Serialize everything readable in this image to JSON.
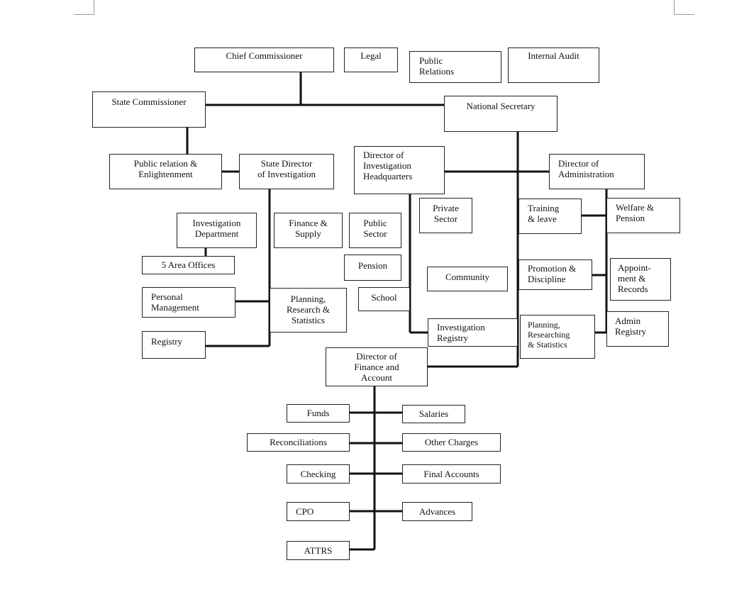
{
  "org_chart": {
    "chief_commissioner": "Chief Commissioner",
    "legal": "Legal",
    "public_relations": "Public\nRelations",
    "internal_audit": "Internal Audit",
    "state_commissioner": "State Commissioner",
    "national_secretary": "National Secretary",
    "public_relation_enlightenment": "Public relation &\nEnlightenment",
    "state_director_investigation": "State Director\nof Investigation",
    "director_investigation_hq": "Director of\nInvestigation\nHeadquarters",
    "director_administration": "Director of\nAdministration",
    "investigation_department": "Investigation\nDepartment",
    "finance_supply": "Finance &\nSupply",
    "public_sector": "Public\nSector",
    "private_sector": "Private\nSector",
    "training_leave": "Training\n& leave",
    "welfare_pension": "Welfare &\nPension",
    "area_offices": "5 Area Offices",
    "pension": "Pension",
    "community": "Community",
    "promotion_discipline": "Promotion &\nDiscipline",
    "appointment_records": "Appoint-\nment &\nRecords",
    "personal_management": "Personal\nManagement",
    "planning_research_statistics": "Planning,\nResearch &\nStatistics",
    "school": "School",
    "investigation_registry": "Investigation\nRegistry",
    "planning_researching_statistics": "Planning,\nResearching\n& Statistics",
    "admin_registry": "Admin\nRegistry",
    "registry": "Registry",
    "director_finance_account": "Director of\nFinance and\nAccount",
    "funds": "Funds",
    "salaries": "Salaries",
    "reconciliations": "Reconciliations",
    "other_charges": "Other Charges",
    "checking": "Checking",
    "final_accounts": "Final Accounts",
    "cpo": "CPO",
    "advances": "Advances",
    "attrs": "ATTRS"
  }
}
